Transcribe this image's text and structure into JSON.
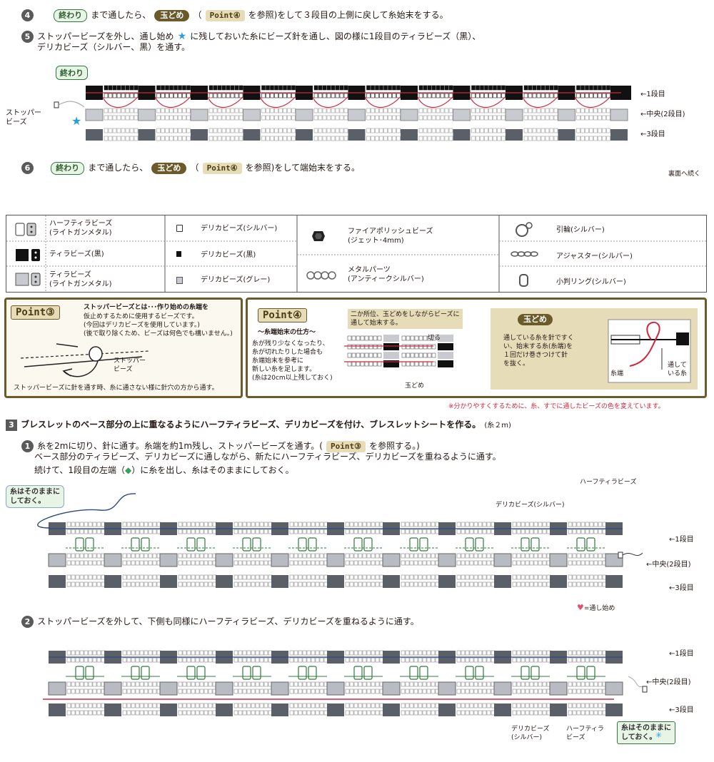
{
  "step4": {
    "num": "4",
    "finish": "終わり",
    "text1": "まで通したら、",
    "tamadome": "玉どめ",
    "paren_open": "（",
    "point": "Point④",
    "text2": "を参照)をして３段目の上側に戻して糸始末をする。"
  },
  "step5": {
    "num": "5",
    "line1": "ストッパービーズを外し、通し始め",
    "line1b": "に残しておいた糸にビーズ針を通し、図の様に1段目のティラビーズ（黒）、",
    "line2": "デリカビーズ（シルバー、黒）を通す。"
  },
  "diagram1": {
    "end_label": "終わり",
    "stopper_label": "ストッパー\nビーズ",
    "row_labels": [
      "←1段目",
      "←中央(2段目)",
      "←3段目"
    ]
  },
  "step6": {
    "num": "6",
    "finish": "終わり",
    "text1": "まで通したら、",
    "tamadome": "玉どめ",
    "paren_open": "（",
    "point": "Point④",
    "text2": "を参照)をして端始末をする。",
    "continue": "裏面へ続く"
  },
  "legend": {
    "col1": [
      {
        "icon": "half-tila-gunmetal-icon",
        "label": "ハーフティラビーズ\n(ライトガンメタル)"
      },
      {
        "icon": "tila-black-icon",
        "label": "ティラビーズ(黒)"
      },
      {
        "icon": "tila-gunmetal-icon",
        "label": "ティラビーズ\n(ライトガンメタル)"
      }
    ],
    "col2": [
      {
        "icon": "delica-silver-icon",
        "label": "デリカビーズ(シルバー)"
      },
      {
        "icon": "delica-black-icon",
        "label": "デリカビーズ(黒)"
      },
      {
        "icon": "delica-gray-icon",
        "label": "デリカビーズ(グレー)"
      }
    ],
    "col3": [
      {
        "icon": "fire-polish-icon",
        "label": "ファイアポリッシュビーズ\n(ジェット･4mm)"
      },
      {
        "icon": "metal-parts-icon",
        "label": "メタルパーツ\n(アンティークシルバー)"
      }
    ],
    "col4": [
      {
        "icon": "pull-ring-icon",
        "label": "引輪(シルバー)"
      },
      {
        "icon": "adjuster-icon",
        "label": "アジャスター(シルバー)"
      },
      {
        "icon": "jump-ring-icon",
        "label": "小判リング(シルバー)"
      }
    ]
  },
  "point3": {
    "title": "Point③",
    "heading": "ストッパービーズとは･･･作り始めの糸端を",
    "body": [
      "仮止めするために使用するビーズです。",
      "(今回はデリカビーズを使用しています。)",
      "(後で取り除くため、ビーズは何色でも構いません。)"
    ],
    "stopper_label": "ストッパー\nビーズ",
    "caption": "ストッパービーズに針を通す時、糸に通さない様に針穴の方から通す。"
  },
  "point4": {
    "title": "Point④",
    "subtitle": "〜糸端始末の仕方〜",
    "body": [
      "糸が残り少なくなったり、",
      "糸が切れたりした場合も",
      "糸端始末を参考に",
      "新しい糸を足します。",
      "(糸は20cm以上残しておく)"
    ],
    "note": "二か所位、玉どめをしながらビーズに\n通して始末する。",
    "cut": "切る",
    "tamadome_label": "玉どめ",
    "tamadome_pill": "玉どめ",
    "tamadome_desc": [
      "通している糸を針ですく",
      "い、始末する糸(糸端)を",
      "１回だけ巻きつけて針",
      "を抜く。"
    ],
    "itohashi": "糸端",
    "passing": "通して\nいる糸"
  },
  "color_note": "※分かりやすくするために、糸、すでに通したビーズの色を変えています。",
  "section3": {
    "num": "3",
    "title": "ブレスレットのベース部分の上に重なるようにハーフティラビーズ、デリカビーズを付け、ブレスレットシートを作る。",
    "thread": "(糸２m)"
  },
  "s3step1": {
    "num": "1",
    "line1a": "糸を2mに切り、針に通す。糸端を約1m残し、ストッパービーズを通す。(",
    "point": "Point③",
    "line1b": "を参照する。)",
    "line2": "ベース部分のティラビーズ、デリカビーズに通しながら、新たにハーフティラビーズ、デリカビーズを重ねるように通す。",
    "line3": "続けて、1段目の左端（",
    "line3b": "）に糸を出し、糸はそのままにしておく。"
  },
  "diagram2": {
    "bubble": "糸はそのままに\nしておく。",
    "delica_label": "デリカビーズ(シルバー)",
    "half_label": "ハーフティラビーズ",
    "row_labels": [
      "←1段目",
      "←中央(2段目)",
      "←3段目"
    ],
    "start_legend": "=通し始め"
  },
  "s3step2": {
    "num": "2",
    "text": "ストッパービーズを外して、下側も同様にハーフティラビーズ、デリカビーズを重ねるように通す。"
  },
  "diagram3": {
    "row_labels": [
      "←1段目",
      "←中央(2段目)",
      "←3段目"
    ],
    "delica_label": "デリカビーズ\n(シルバー)",
    "half_label": "ハーフティラ\nビーズ",
    "bubble": "糸はそのままに\nしておく。"
  }
}
